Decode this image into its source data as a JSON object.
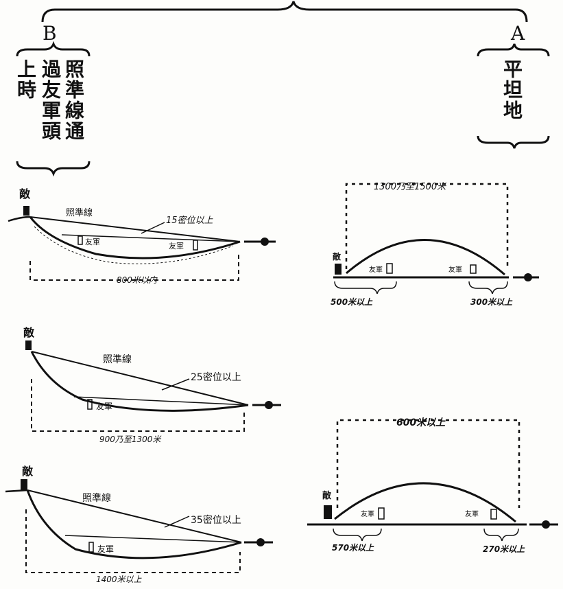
{
  "header": {
    "label_b": "B",
    "label_a": "A"
  },
  "column_b": {
    "line1": "照準線通",
    "line2": "過友軍頭",
    "line3": "上時"
  },
  "column_a": {
    "text": "平坦地"
  },
  "terms": {
    "enemy": "敵",
    "friendly": "友軍",
    "sightline": "照準線"
  },
  "panel_b1": {
    "enemy": "敵",
    "sightline": "照準線",
    "clearance": "15密位以上",
    "friendly1": "友軍",
    "friendly2": "友軍",
    "distance": "800米以内"
  },
  "panel_b2": {
    "enemy": "敵",
    "sightline": "照準線",
    "clearance": "25密位以上",
    "friendly": "友軍",
    "distance": "900乃至1300米"
  },
  "panel_b3": {
    "enemy": "敵",
    "sightline": "照準線",
    "clearance": "35密位以上",
    "friendly": "友軍",
    "distance": "1400米以上"
  },
  "panel_a1": {
    "enemy": "敵",
    "top_distance": "1300乃至1500米",
    "friendly1": "友軍",
    "friendly2": "友軍",
    "left_distance": "500米以上",
    "right_distance": "300米以上"
  },
  "panel_a2": {
    "enemy": "敵",
    "top_distance": "600米以上",
    "friendly1": "友軍",
    "friendly2": "友軍",
    "left_distance": "570米以上",
    "right_distance": "270米以上"
  }
}
